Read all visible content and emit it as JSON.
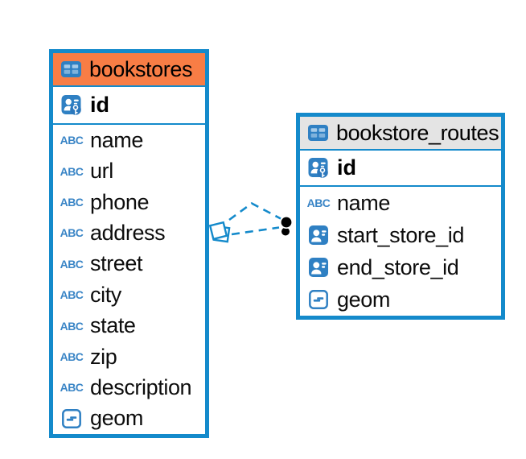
{
  "diagram": {
    "type": "entity-relationship",
    "tables": [
      {
        "name": "bookstores",
        "header_bg": "#F87D45",
        "primary_key": {
          "label": "id",
          "type": "primary-key"
        },
        "fields": [
          {
            "label": "name",
            "type": "text"
          },
          {
            "label": "url",
            "type": "text"
          },
          {
            "label": "phone",
            "type": "text"
          },
          {
            "label": "address",
            "type": "text"
          },
          {
            "label": "street",
            "type": "text"
          },
          {
            "label": "city",
            "type": "text"
          },
          {
            "label": "state",
            "type": "text"
          },
          {
            "label": "zip",
            "type": "text"
          },
          {
            "label": "description",
            "type": "text"
          },
          {
            "label": "geom",
            "type": "geometry"
          }
        ]
      },
      {
        "name": "bookstore_routes",
        "header_bg": "#E4E4E4",
        "primary_key": {
          "label": "id",
          "type": "primary-key"
        },
        "fields": [
          {
            "label": "name",
            "type": "text"
          },
          {
            "label": "start_store_id",
            "type": "foreign-key"
          },
          {
            "label": "end_store_id",
            "type": "foreign-key"
          },
          {
            "label": "geom",
            "type": "geometry"
          }
        ]
      }
    ],
    "relationship": {
      "line_style": "dashed",
      "color": "#148ACB",
      "left_marker": "stacked-squares",
      "right_marker": "double-dot",
      "dot_color": "#000000"
    }
  },
  "colors": {
    "table_border": "#148ACB",
    "icon_blue": "#2F80C3",
    "icon_cell_top": "#A6CBE9",
    "icon_cell_bottom": "#7FB2DC",
    "abc_blue": "#3A85C6",
    "key_badge_blue": "#2B77BC",
    "text": "#0d0d0d",
    "background": "#FFFFFF"
  }
}
